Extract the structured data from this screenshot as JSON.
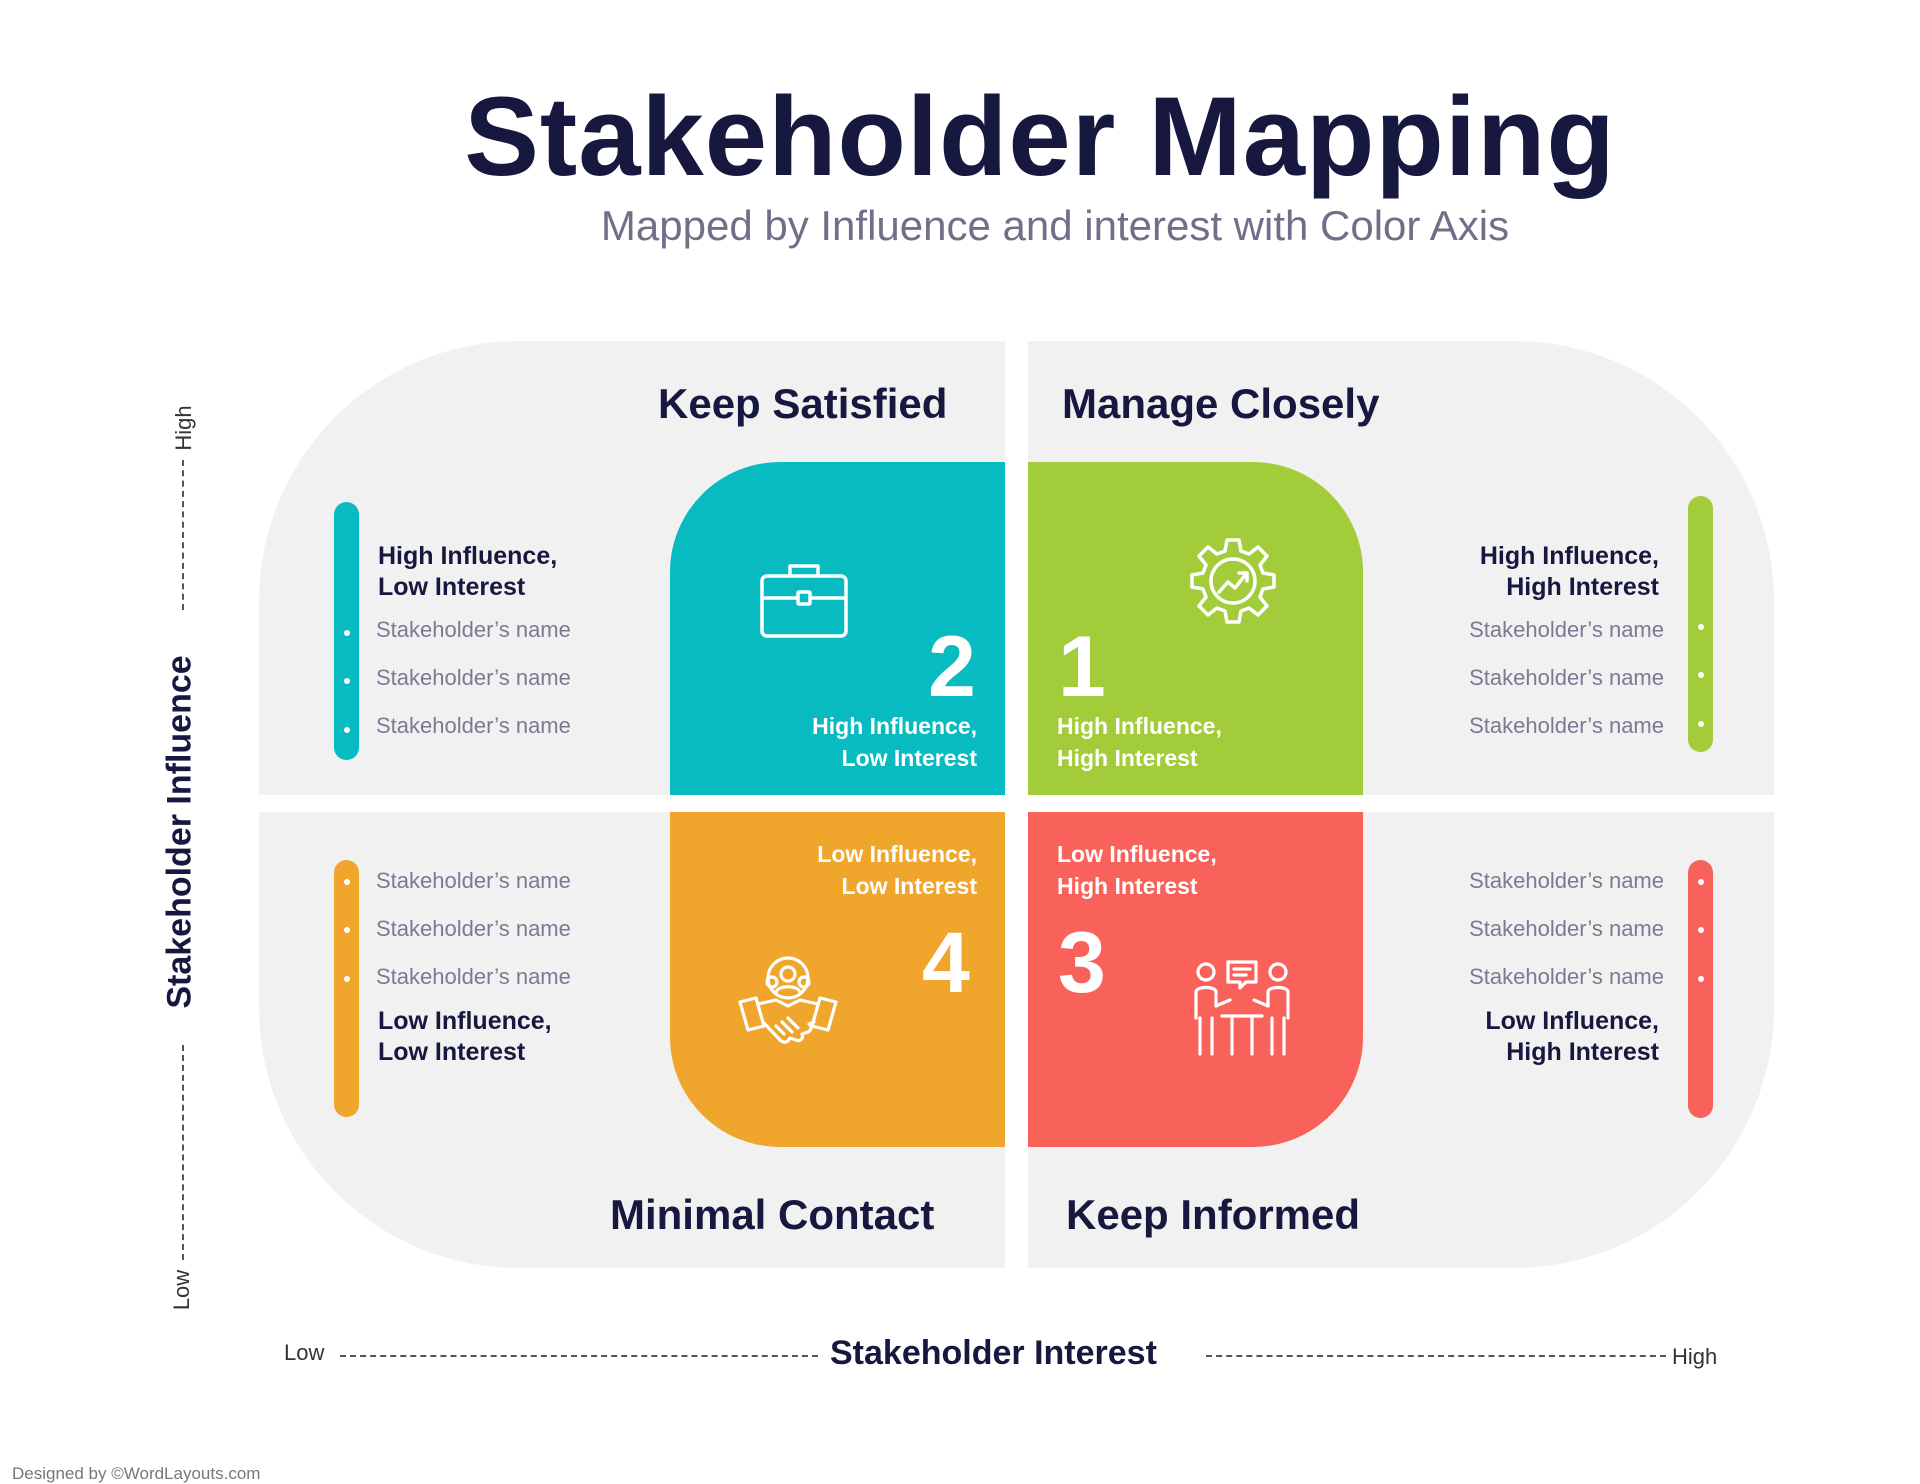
{
  "title": "Stakeholder Mapping",
  "subtitle": "Mapped by Influence and interest with Color Axis",
  "colors": {
    "dark_navy": "#16183f",
    "teal": "#08bbc1",
    "green": "#a2cc39",
    "orange": "#f0a52d",
    "red": "#f9625b",
    "grey_bg": "#f1f1f1"
  },
  "axes": {
    "y": {
      "title": "Stakeholder Influence",
      "high": "High",
      "low": "Low"
    },
    "x": {
      "title": "Stakeholder Interest",
      "low": "Low",
      "high": "High"
    }
  },
  "quadrants": {
    "q1": {
      "heading": "Manage Closely",
      "number": "1",
      "icon": "gear-growth-icon",
      "tile_line1": "High Influence,",
      "tile_line2": "High Interest",
      "side_line1": "High Influence,",
      "side_line2": "High Interest",
      "names": [
        "Stakeholder’s name",
        "Stakeholder’s name",
        "Stakeholder’s name"
      ]
    },
    "q2": {
      "heading": "Keep Satisfied",
      "number": "2",
      "icon": "briefcase-icon",
      "tile_line1": "High Influence,",
      "tile_line2": "Low Interest",
      "side_line1": "High Influence,",
      "side_line2": "Low Interest",
      "names": [
        "Stakeholder’s name",
        "Stakeholder’s name",
        "Stakeholder’s name"
      ]
    },
    "q3": {
      "heading": "Keep Informed",
      "number": "3",
      "icon": "meeting-icon",
      "tile_line1": "Low Influence,",
      "tile_line2": "High Interest",
      "side_line1": "Low Influence,",
      "side_line2": "High Interest",
      "names": [
        "Stakeholder’s name",
        "Stakeholder’s name",
        "Stakeholder’s name"
      ]
    },
    "q4": {
      "heading": "Minimal Contact",
      "number": "4",
      "icon": "team-handshake-icon",
      "tile_line1": "Low Influence,",
      "tile_line2": "Low Interest",
      "side_line1": "Low Influence,",
      "side_line2": "Low Interest",
      "names": [
        "Stakeholder’s name",
        "Stakeholder’s name",
        "Stakeholder’s name"
      ]
    }
  },
  "credit": "Designed by ©WordLayouts.com"
}
